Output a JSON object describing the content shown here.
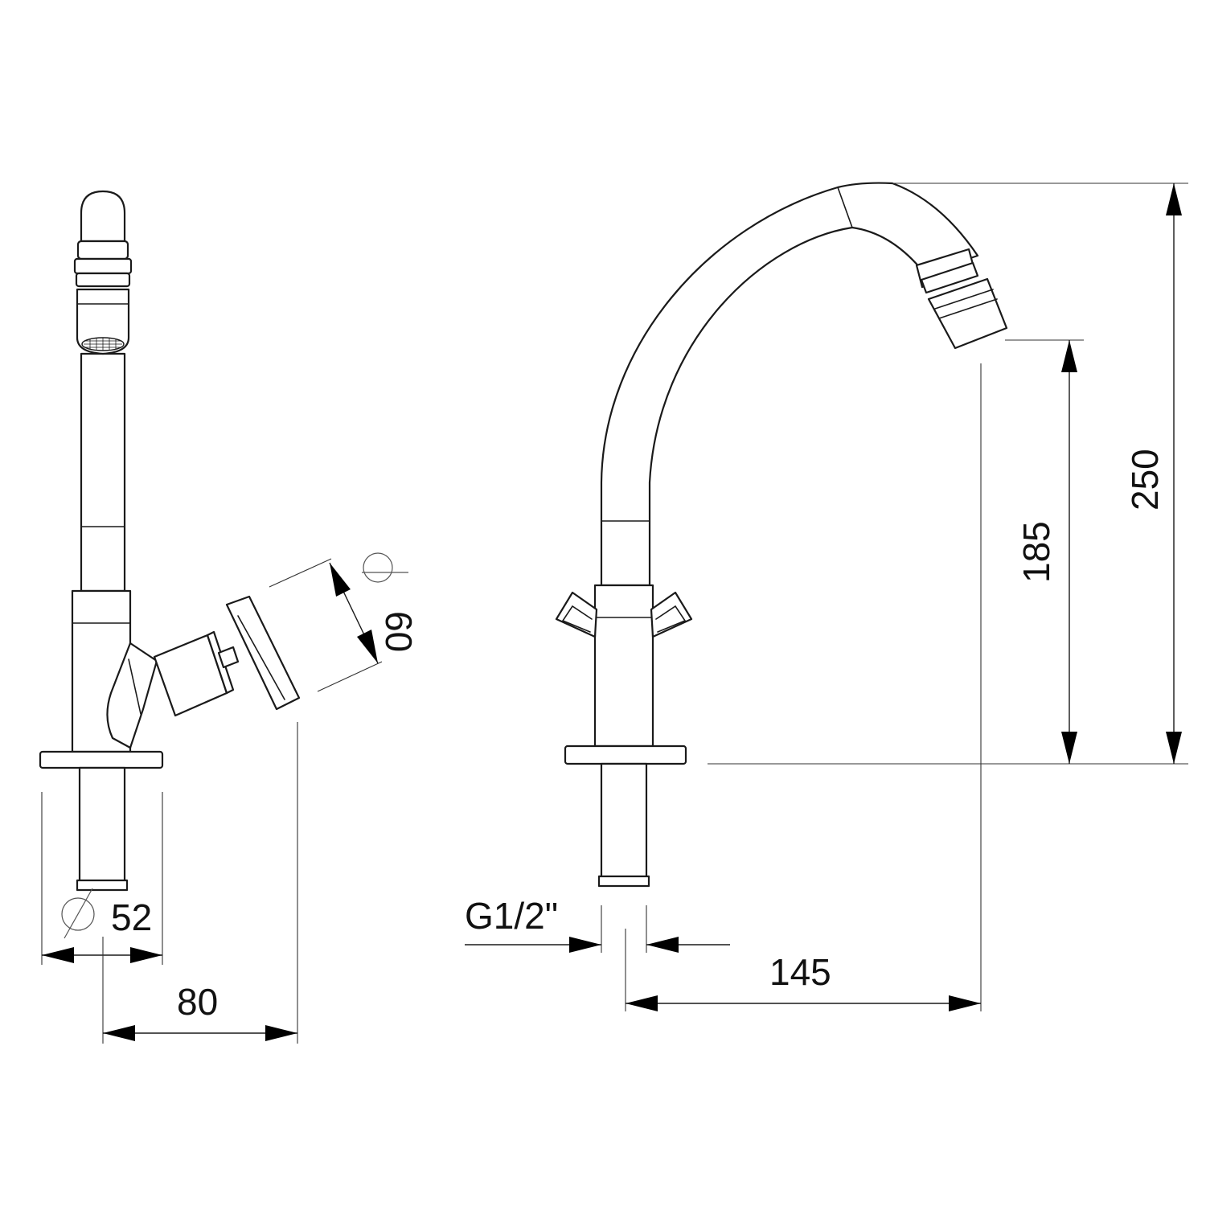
{
  "dimensions": {
    "base_diameter": "52",
    "side_offset": "80",
    "handle_diameter": "60",
    "thread": "G1/2\"",
    "spout_reach": "145",
    "outlet_height": "185",
    "total_height": "250"
  }
}
